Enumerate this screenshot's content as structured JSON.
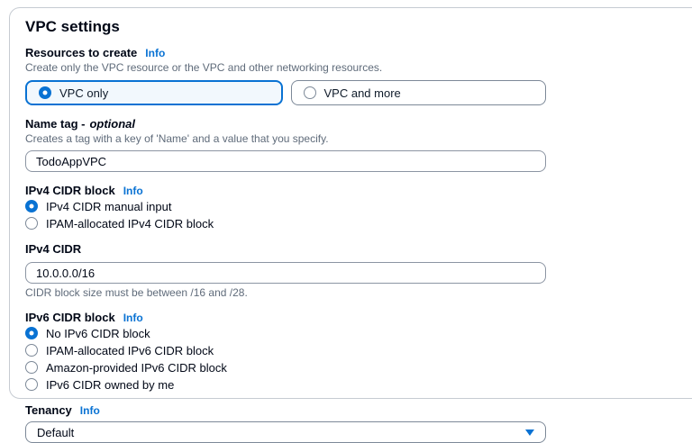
{
  "panel": {
    "title": "VPC settings"
  },
  "colors": {
    "accent": "#0972d3",
    "selected_tile_bg": "#f2f8fd",
    "muted_text": "#5f6b7a"
  },
  "resources": {
    "label": "Resources to create",
    "info": "Info",
    "description": "Create only the VPC resource or the VPC and other networking resources.",
    "options": [
      {
        "label": "VPC only",
        "selected": true
      },
      {
        "label": "VPC and more",
        "selected": false
      }
    ]
  },
  "name_tag": {
    "label": "Name tag -",
    "optional_label": "optional",
    "description": "Creates a tag with a key of 'Name' and a value that you specify.",
    "value": "TodoAppVPC"
  },
  "ipv4_block": {
    "label": "IPv4 CIDR block",
    "info": "Info",
    "options": [
      {
        "label": "IPv4 CIDR manual input",
        "selected": true
      },
      {
        "label": "IPAM-allocated IPv4 CIDR block",
        "selected": false
      }
    ]
  },
  "ipv4_cidr": {
    "label": "IPv4 CIDR",
    "value": "10.0.0.0/16",
    "constraint": "CIDR block size must be between /16 and /28."
  },
  "ipv6_block": {
    "label": "IPv6 CIDR block",
    "info": "Info",
    "options": [
      {
        "label": "No IPv6 CIDR block",
        "selected": true
      },
      {
        "label": "IPAM-allocated IPv6 CIDR block",
        "selected": false
      },
      {
        "label": "Amazon-provided IPv6 CIDR block",
        "selected": false
      },
      {
        "label": "IPv6 CIDR owned by me",
        "selected": false
      }
    ]
  },
  "tenancy": {
    "label": "Tenancy",
    "info": "Info",
    "selected_option": "Default"
  }
}
